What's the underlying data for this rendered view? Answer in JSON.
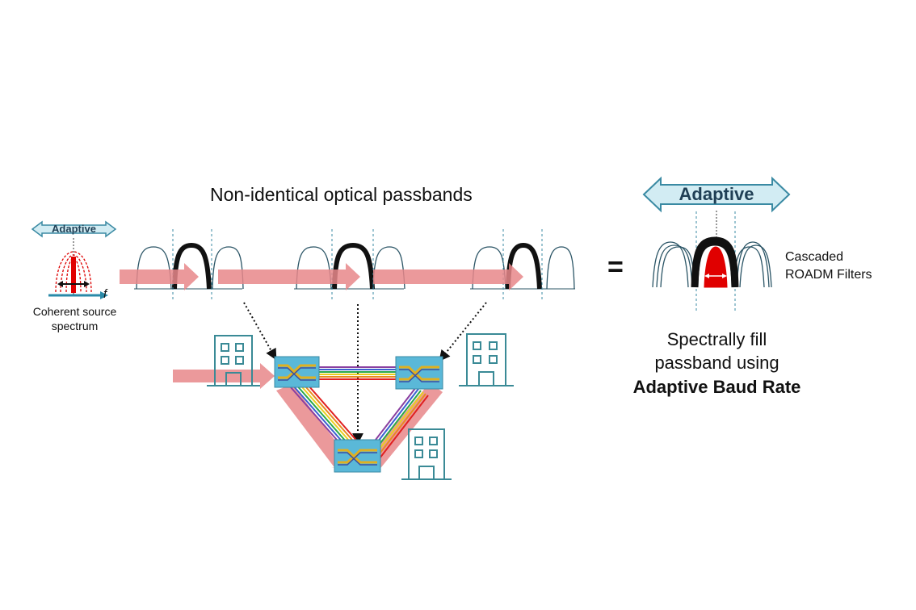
{
  "labels": {
    "title": "Non-identical optical passbands",
    "adaptive_small": "Adaptive",
    "adaptive_big": "Adaptive",
    "frequency": "f",
    "source_line1": "Coherent source",
    "source_line2": "spectrum",
    "equals": "=",
    "cascaded_line1": "Cascaded",
    "cascaded_line2": "ROADM Filters",
    "spectral_line1": "Spectrally fill",
    "spectral_line2": "passband using",
    "spectral_line3": "Adaptive Baud Rate"
  },
  "colors": {
    "passband_outline": "#2b5566",
    "arrow_fill": "#e8878a",
    "adaptive_arrow_fill": "#d2ecf3",
    "adaptive_arrow_stroke": "#3a8aa3",
    "roadm_box": "#5ab8d8",
    "signal_red": "#e00000",
    "building": "#3a8a96",
    "rainbow": [
      "#8a3fa0",
      "#3a5fd0",
      "#2aa84a",
      "#e8d020",
      "#e88a20",
      "#e02020"
    ]
  },
  "icons": [
    "building-icon",
    "roadm-node-icon",
    "double-arrow-icon"
  ]
}
